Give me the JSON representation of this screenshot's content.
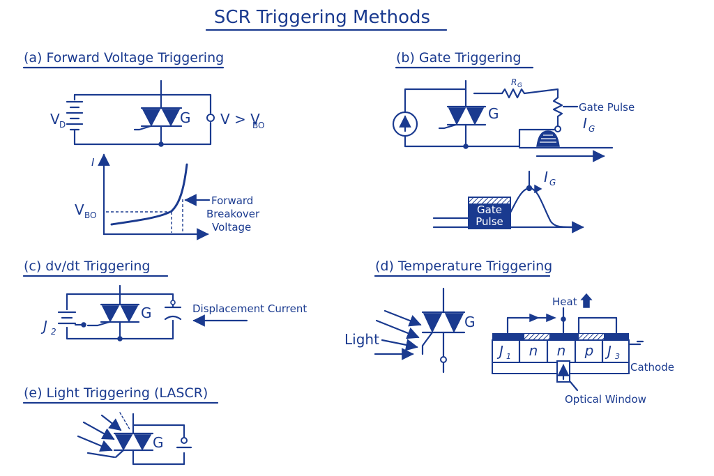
{
  "title": "SCR Triggering Methods",
  "sections": {
    "a": {
      "heading": "(a) Forward Voltage Triggering",
      "vd": "V",
      "vd_sub": "D",
      "gate": "G",
      "cond": "V > V",
      "cond_sub": "BO",
      "graph_y": "I",
      "graph_vbo": "V",
      "graph_vbo_sub": "BO",
      "annot": [
        "Forward",
        "Breakover",
        "Voltage"
      ]
    },
    "b": {
      "heading": "(b) Gate Triggering",
      "rg": "R",
      "rg_sub": "G",
      "gate": "G",
      "gate_pulse": "Gate Pulse",
      "ig": "I",
      "ig_sub": "G",
      "ig2": "I",
      "ig2_sub": "G",
      "box_line1": "Gate",
      "box_line2": "Pulse"
    },
    "c": {
      "heading": "(c) dv/dt Triggering",
      "j2": "J",
      "j2_sub": "2",
      "gate": "G",
      "displacement": "Displacement Current"
    },
    "d": {
      "heading": "(d) Temperature Triggering",
      "light": "Light",
      "gate": "G",
      "heat": "Heat",
      "layers": [
        "J",
        "n",
        "n",
        "p",
        "J"
      ],
      "j1_sub": "1",
      "j3_sub": "3",
      "cathode": "Cathode",
      "optical": "Optical Window"
    },
    "e": {
      "heading": "(e) Light Triggering (LASCR)",
      "gate": "G"
    }
  }
}
